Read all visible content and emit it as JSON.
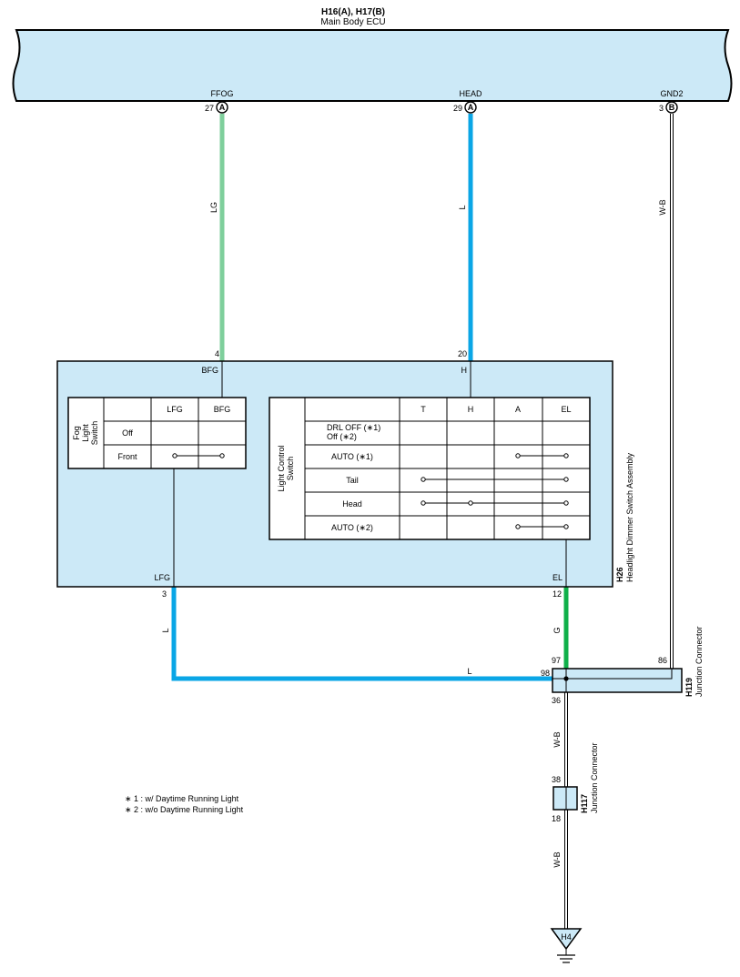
{
  "ecu": {
    "title": "H16(A), H17(B)",
    "subtitle": "Main Body ECU",
    "pins": [
      {
        "name": "FFOG",
        "num": "27",
        "conn": "A"
      },
      {
        "name": "HEAD",
        "num": "29",
        "conn": "A"
      },
      {
        "name": "GND2",
        "num": "3",
        "conn": "B"
      }
    ]
  },
  "wires": {
    "ffog": "LG",
    "head": "L",
    "gnd2": "W-B",
    "lfg": "L",
    "lfg_bottom": "L",
    "el": "G",
    "h119_down": "W-B",
    "h117_down": "W-B"
  },
  "colors": {
    "body_fill": "#cce9f7",
    "lg_wire": "#7fcf9c",
    "l_wire": "#0aa6e6",
    "g_wire": "#10b04a"
  },
  "switch_assembly": {
    "code": "H26",
    "name": "Headlight Dimmer Switch Assembly",
    "pin_top_left": "4",
    "pin_top_left_name": "BFG",
    "pin_top_right": "20",
    "pin_top_right_name": "H",
    "pin_bot_left": "3",
    "pin_bot_left_name": "LFG",
    "pin_bot_right": "12",
    "pin_bot_right_name": "EL"
  },
  "fog_switch": {
    "label_lines": [
      "Fog",
      "Light",
      "Switch"
    ],
    "columns": [
      "LFG",
      "BFG"
    ],
    "rows": [
      "Off",
      "Front"
    ]
  },
  "light_switch": {
    "label_lines": [
      "Light Control",
      "Switch"
    ],
    "columns": [
      "T",
      "H",
      "A",
      "EL"
    ],
    "rows": [
      {
        "line1": "DRL OFF (∗1)",
        "line2": "Off (∗2)"
      },
      {
        "line1": "AUTO (∗1)"
      },
      {
        "line1": "Tail"
      },
      {
        "line1": "Head"
      },
      {
        "line1": "AUTO (∗2)"
      }
    ]
  },
  "h119": {
    "code": "H119",
    "name": "Junction Connector",
    "pins": {
      "in_el": "97",
      "in_l": "98",
      "gnd": "86",
      "out": "36"
    }
  },
  "h117": {
    "code": "H117",
    "name": "Junction Connector",
    "pins": {
      "in": "38",
      "out": "18"
    }
  },
  "ground": {
    "code": "H4"
  },
  "notes": [
    "∗ 1 : w/ Daytime Running Light",
    "∗ 2 : w/o Daytime Running Light"
  ]
}
